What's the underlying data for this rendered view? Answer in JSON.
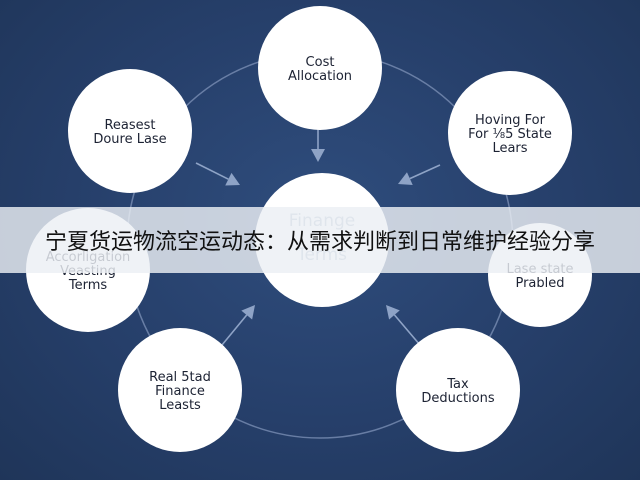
{
  "diagram": {
    "center": {
      "lines": [
        "Finange",
        "Terms"
      ]
    },
    "nodes": [
      {
        "id": "cost-allocation",
        "lines": [
          "Cost",
          "Allocation"
        ]
      },
      {
        "id": "hoving-for",
        "lines": [
          "Hoving For",
          "For ⅛5 State",
          "Lears"
        ]
      },
      {
        "id": "lase-state",
        "lines": [
          "Lase state",
          "Prabled"
        ]
      },
      {
        "id": "tax-deductions",
        "lines": [
          "Tax",
          "Deductions"
        ]
      },
      {
        "id": "real-estate-finance",
        "lines": [
          "Real 5tad",
          "Finance",
          "Leasts"
        ]
      },
      {
        "id": "accorligation",
        "lines": [
          "Accorligation",
          "Veasting",
          "Terms"
        ]
      },
      {
        "id": "reasest-doure",
        "lines": [
          "Reasest",
          "Doure Lase"
        ]
      }
    ],
    "colors": {
      "background": "#263f6a",
      "node_fill": "#ffffff",
      "ring": "#7f93b8",
      "arrow": "#8ea3c6"
    }
  },
  "banner": {
    "text": "宁夏货运物流空运动态：从需求判断到日常维护经验分享"
  }
}
